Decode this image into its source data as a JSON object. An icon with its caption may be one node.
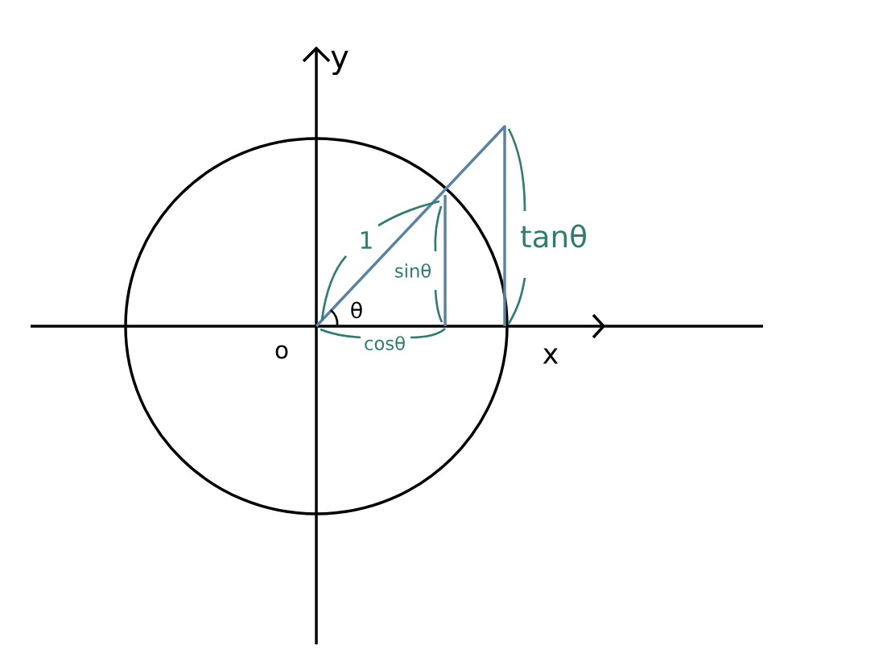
{
  "diagram": {
    "labels": [
      "y",
      "1",
      "sinθ",
      "tanθ",
      "θ",
      "o",
      "cosθ",
      "x"
    ]
  }
}
